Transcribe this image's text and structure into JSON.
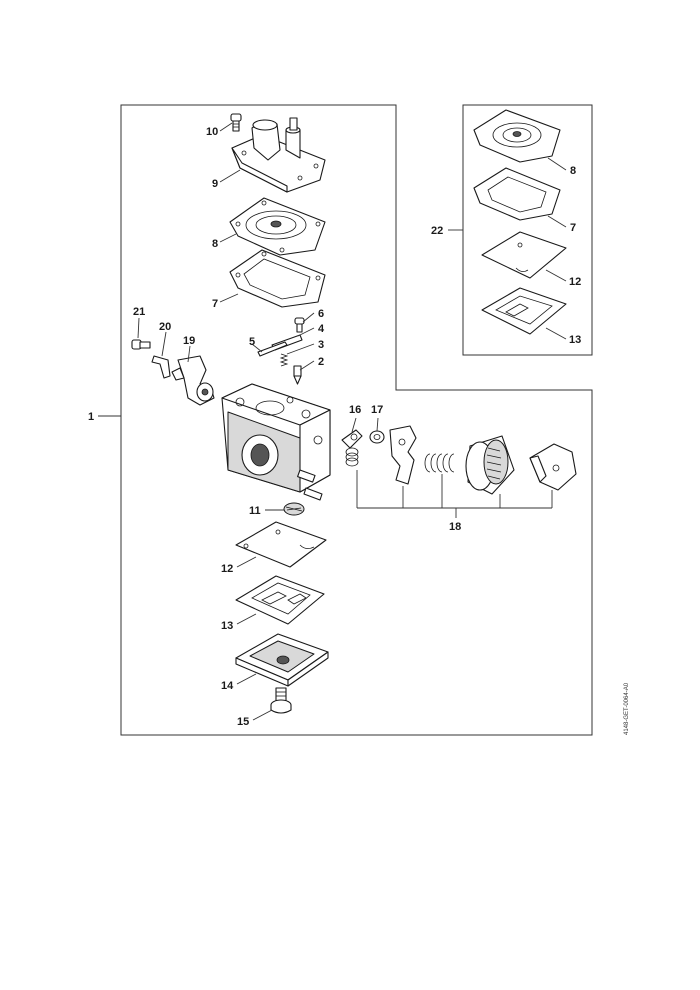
{
  "diagram": {
    "document_code": "4148-GET-0064-A0",
    "callouts": {
      "c1": "1",
      "c2": "2",
      "c3": "3",
      "c4": "4",
      "c5": "5",
      "c6": "6",
      "c7_main": "7",
      "c8_main": "8",
      "c9": "9",
      "c10": "10",
      "c11": "11",
      "c12_main": "12",
      "c13_main": "13",
      "c14": "14",
      "c15": "15",
      "c16": "16",
      "c17": "17",
      "c18": "18",
      "c19": "19",
      "c20": "20",
      "c21": "21",
      "c22": "22",
      "c8_kit": "8",
      "c7_kit": "7",
      "c12_kit": "12",
      "c13_kit": "13"
    }
  }
}
